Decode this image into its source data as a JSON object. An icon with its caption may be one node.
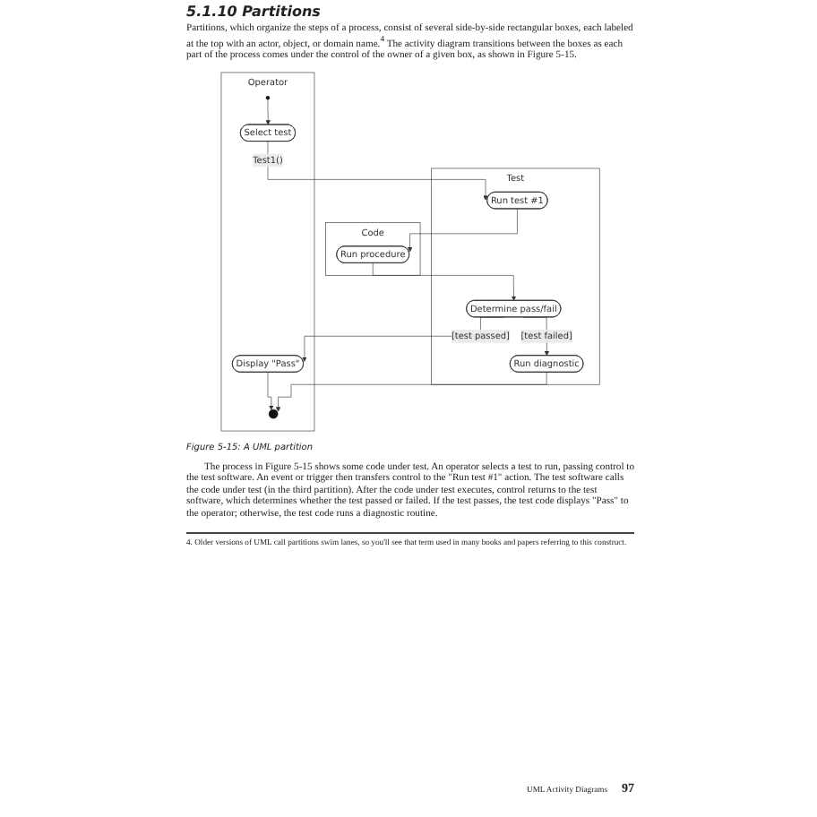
{
  "diagram": {
    "title": "5.1.10 Partitions",
    "caption": "Figure 5-15: A UML partition",
    "nodes": [
      {
        "text": [
          "Operator"
        ]
      },
      {
        "text": [
          "Test"
        ]
      },
      {
        "text": [
          "Code"
        ]
      },
      {
        "text": [],
        "shape": "circle",
        "in": 0
      },
      {
        "text": [
          "Select test"
        ],
        "in": 0
      },
      {
        "text": [
          "Run test #1"
        ],
        "in": 1
      },
      {
        "text": [
          "Run procedure"
        ],
        "in": 2
      },
      {
        "text": [
          "Determine pass/fail"
        ],
        "in": 1
      },
      {
        "text": [
          "Display \"Pass\""
        ],
        "in": 0
      },
      {
        "text": [
          "Run diagnostic"
        ],
        "in": 1
      },
      {
        "text": [],
        "shape": "circle",
        "in": 0
      }
    ],
    "edges": [
      {
        "from": 3,
        "to": 4,
        "arrow": "to"
      },
      {
        "from": 4,
        "to": 5,
        "arrow": "to",
        "label": "Test1()"
      },
      {
        "from": 5,
        "to": 6,
        "arrow": "to"
      },
      {
        "from": 6,
        "to": 7,
        "arrow": "to"
      },
      {
        "from": 7,
        "to": 8,
        "arrow": "to",
        "label": "[test passed]"
      },
      {
        "from": 7,
        "to": 9,
        "arrow": "to",
        "label": "[test failed]"
      },
      {
        "from": 8,
        "to": 10,
        "arrow": "to"
      },
      {
        "from": 9,
        "to": 10,
        "arrow": "to"
      }
    ],
    "labels": [
      "Partitions, which organize the steps of a process, consist of several side-by-side rectangular boxes, each labeled at the top with an actor, object, or domain name.$^{4}$ The activity diagram transitions between the boxes as each part of the process comes under the control of the owner of a given box, as shown in Figure 5-15.",
      "The process in Figure 5-15 shows some code under test. An operator selects a test to run, passing control to the test software. An event or trigger then transfers control to the \"Run test #1\" action. The test software calls the code under test (in the third partition). After the code under test executes, control returns to the test software, which determines whether the test passed or failed. If the test passes, the test code displays \"Pass\" to the operator; otherwise, the test code runs a diagnostic routine.",
      "4. Older versions of UML call partitions swim lanes, so you'll see that term used in many books and papers referring to this construct.",
      "UML Activity Diagrams",
      "97"
    ]
  }
}
